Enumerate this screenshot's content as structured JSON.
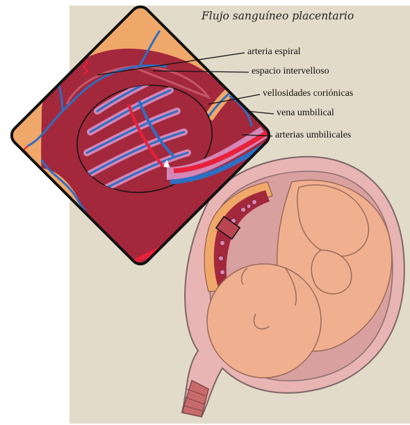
{
  "diagram": {
    "title": "Flujo sanguíneo placentario",
    "labels": {
      "spiral_artery": "arteria espiral",
      "intervillous_space": "espacio intervelloso",
      "chorionic_villi": "vellosidades coriónicas",
      "umbilical_vein": "vena umbilical",
      "umbilical_arteries": "arterias umbilicales"
    },
    "colors": {
      "background": "#e3dbc9",
      "maternal_tissue": "#f0a86a",
      "placenta": "#a3283c",
      "placenta_light": "#c5566a",
      "artery_red": "#e8203a",
      "vein_blue": "#2d6fc4",
      "villi_pink": "#d486b6",
      "fetus_skin": "#f0b090",
      "uterus_pink": "#e9b4b4"
    }
  }
}
